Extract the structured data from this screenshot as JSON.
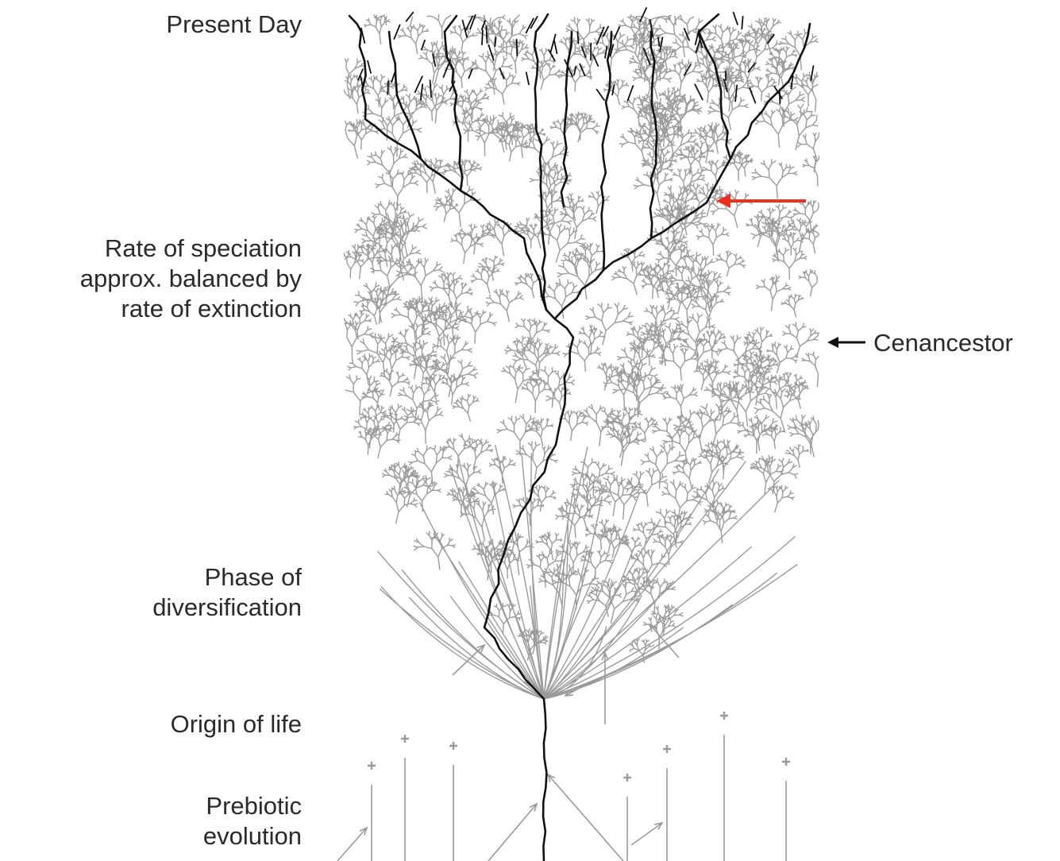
{
  "labels": {
    "present_day": "Present Day",
    "speciation": [
      "Rate of speciation",
      "approx. balanced by",
      "rate of extinction"
    ],
    "cenancestor": "Cenancestor",
    "diversification": [
      "Phase of",
      "diversification"
    ],
    "origin_of_life": "Origin of life",
    "prebiotic": [
      "Prebiotic",
      "evolution"
    ]
  },
  "colors": {
    "lineage": "#111111",
    "branches": "#9a9a9a",
    "text": "#2a2a2a",
    "highlight_arrow": "#e8321e"
  },
  "icons": {
    "cenancestor_pointer": "arrow-left-icon",
    "highlight_pointer": "red-arrow-left-icon",
    "extinction_marker": "cross-icon"
  }
}
